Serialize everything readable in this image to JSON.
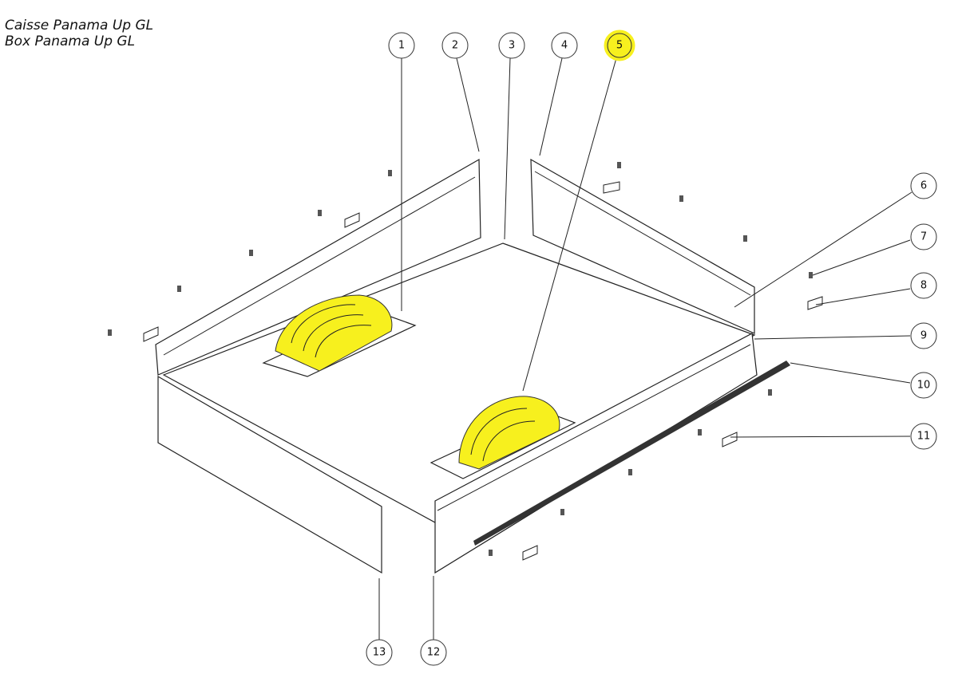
{
  "title": {
    "line1": "Caisse Panama Up GL",
    "line2": "Box Panama Up GL"
  },
  "highlight_color": "#f7f01e",
  "callouts": [
    {
      "label": "1"
    },
    {
      "label": "2"
    },
    {
      "label": "3"
    },
    {
      "label": "4"
    },
    {
      "label": "5",
      "highlighted": true
    },
    {
      "label": "6"
    },
    {
      "label": "7"
    },
    {
      "label": "8"
    },
    {
      "label": "9"
    },
    {
      "label": "10"
    },
    {
      "label": "11"
    },
    {
      "label": "12"
    },
    {
      "label": "13"
    }
  ]
}
